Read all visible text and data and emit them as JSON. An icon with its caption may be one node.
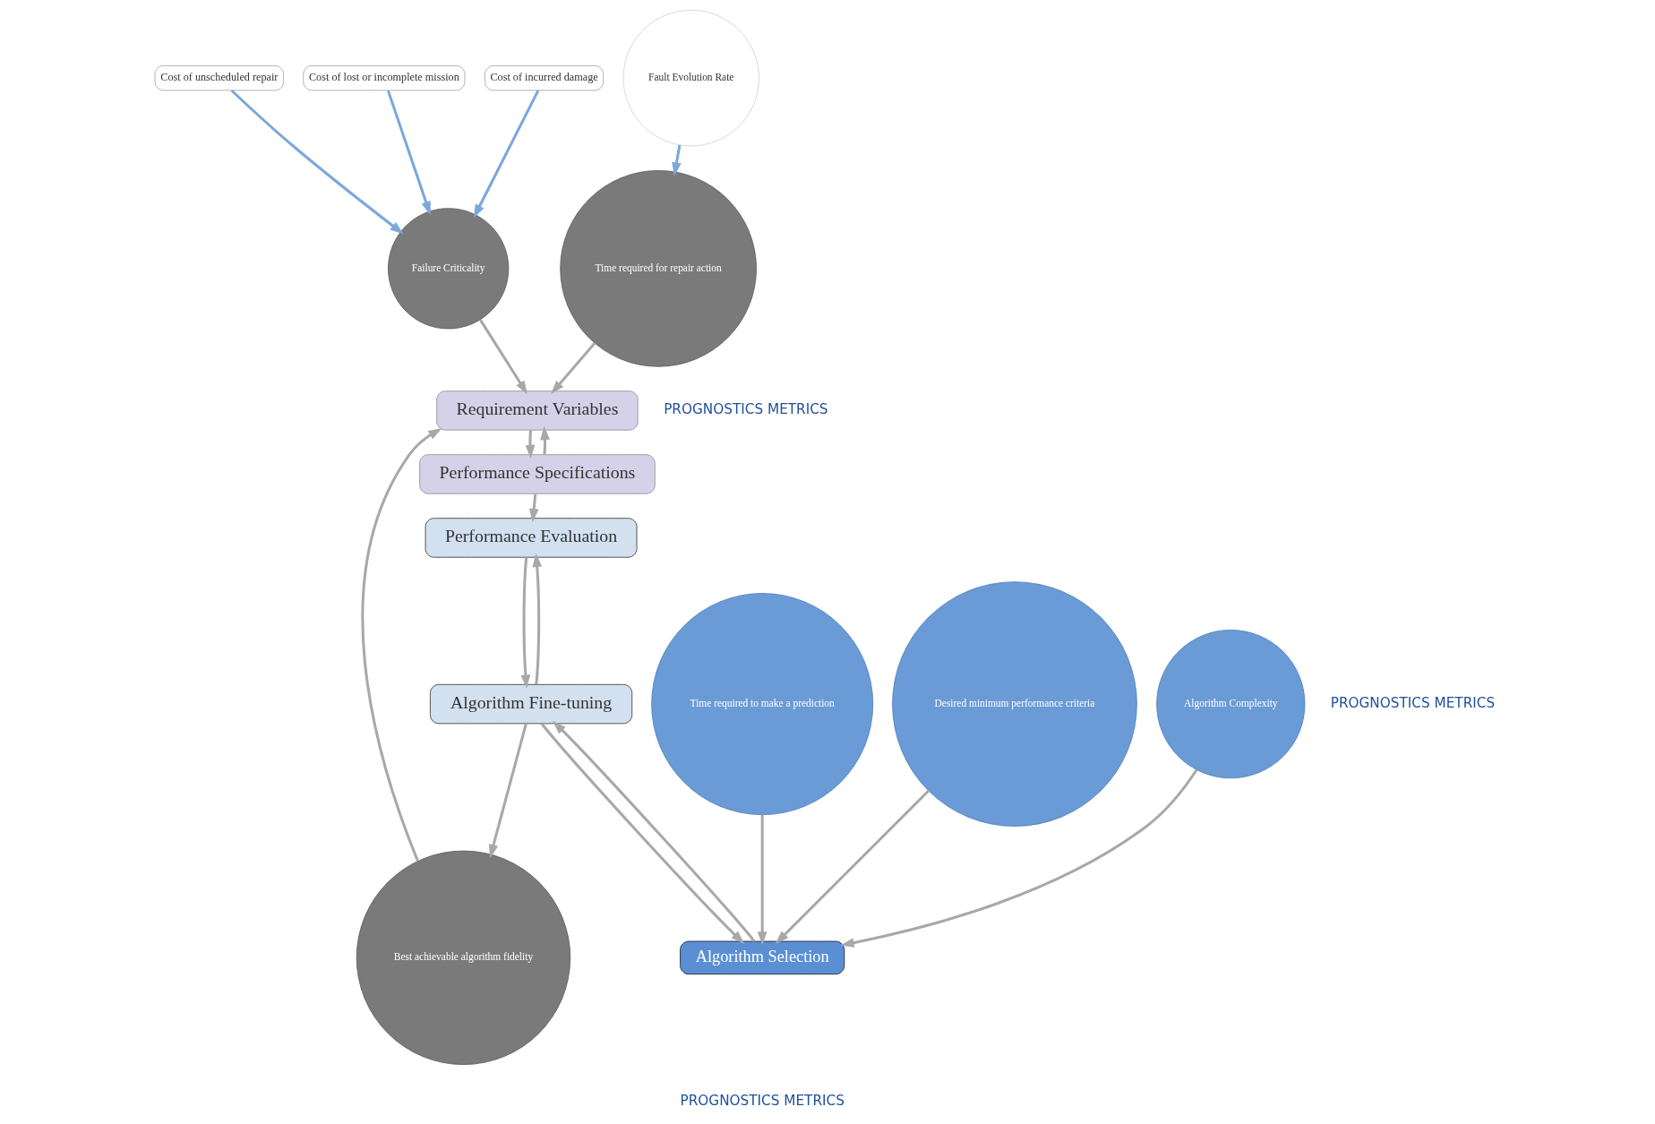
{
  "diagram": {
    "nodes": [
      {
        "text": [
          "Cost of unscheduled repair"
        ]
      },
      {
        "text": [
          "Cost of lost or incomplete mission"
        ]
      },
      {
        "text": [
          "Cost of incurred damage"
        ]
      },
      {
        "text": [
          "Failure Criticality"
        ]
      },
      {
        "text": [
          "Time required for repair action"
        ]
      },
      {
        "text": [
          "Best achievable algorithm fidelity"
        ]
      },
      {
        "text": [
          "Fault Evolution Rate"
        ]
      },
      {
        "text": [
          "Time required to make a prediction"
        ]
      },
      {
        "text": [
          "Desired minimum performance criteria"
        ]
      },
      {
        "text": [
          "Algorithm Complexity"
        ]
      },
      {
        "text": [
          "Algorithm Selection"
        ]
      },
      {
        "text": [
          "Requirement Variables"
        ]
      },
      {
        "text": [
          "Performance Specifications"
        ]
      },
      {
        "text": [
          "Algorithm Fine-tuning"
        ]
      },
      {
        "text": [
          "Performance Evaluation"
        ]
      }
    ],
    "edges": [
      {
        "from": 0,
        "to": 3,
        "arrow": "to",
        "color": "#7ba7dc"
      },
      {
        "from": 1,
        "to": 3,
        "arrow": "to",
        "color": "#7ba7dc"
      },
      {
        "from": 2,
        "to": 3,
        "arrow": "to",
        "color": "#7ba7dc"
      },
      {
        "from": 6,
        "to": 4,
        "arrow": "to",
        "color": "#7ba7dc"
      },
      {
        "from": 4,
        "to": 11,
        "arrow": "to"
      },
      {
        "from": 3,
        "to": 11,
        "arrow": "to"
      },
      {
        "from": 5,
        "to": 11,
        "arrow": "to"
      },
      {
        "from": 7,
        "to": 10,
        "arrow": "to"
      },
      {
        "from": 8,
        "to": 10,
        "arrow": "to"
      },
      {
        "from": 9,
        "to": 10,
        "arrow": "to"
      },
      {
        "from": 10,
        "to": 13,
        "arrow": "to"
      },
      {
        "from": 13,
        "to": 10,
        "arrow": "to"
      },
      {
        "from": 13,
        "to": 5,
        "arrow": "to"
      },
      {
        "from": 11,
        "to": 12,
        "arrow": "to"
      },
      {
        "from": 12,
        "to": 11,
        "arrow": "to"
      },
      {
        "from": 13,
        "to": 14,
        "arrow": "to"
      },
      {
        "from": 14,
        "to": 13,
        "arrow": "to"
      },
      {
        "from": 12,
        "to": 14,
        "arrow": "to"
      }
    ],
    "labels": [
      "PROGNOSTICS METRICS",
      "PROGNOSTICS METRICS",
      "PROGNOSTICS METRICS"
    ]
  }
}
